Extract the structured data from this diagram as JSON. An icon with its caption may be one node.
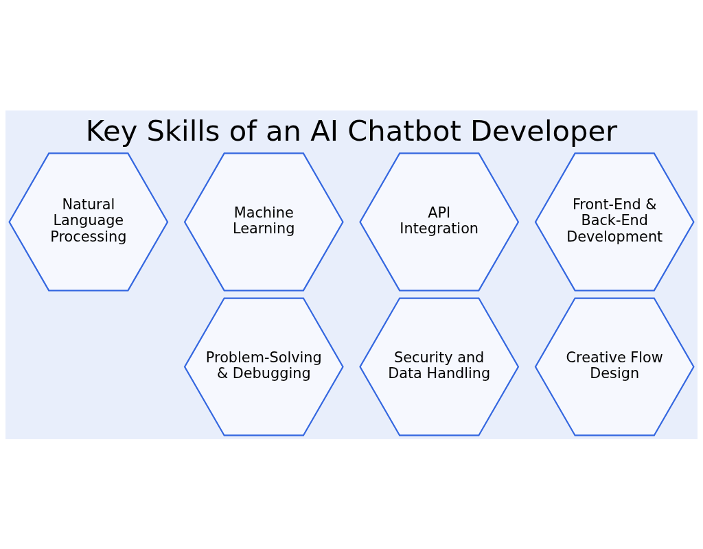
{
  "diagram": {
    "title": "Key Skills of an AI Chatbot Developer",
    "nodes": [
      {
        "text": [
          "Natural Language Processing"
        ]
      },
      {
        "text": [
          "Machine Learning"
        ]
      },
      {
        "text": [
          "API Integration"
        ]
      },
      {
        "text": [
          "Front-End & Back-End Development"
        ]
      },
      {
        "text": [
          "Problem-Solving & Debugging"
        ]
      },
      {
        "text": [
          "Security and Data Handling"
        ]
      },
      {
        "text": [
          "Creative Flow Design"
        ]
      }
    ],
    "edges": []
  }
}
